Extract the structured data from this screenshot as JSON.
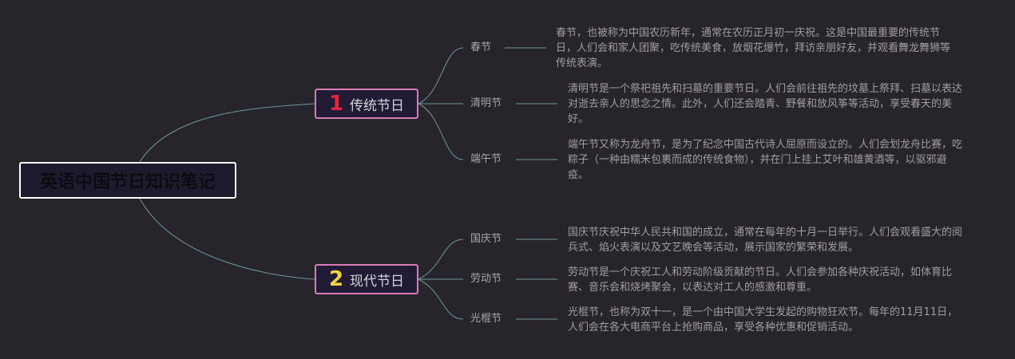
{
  "root": {
    "title": "英语中国节日知识笔记"
  },
  "colors": {
    "background": "#28242b",
    "line": "#6b9a9a",
    "branch_border": "#d97cb4",
    "num1": "#e8233d",
    "num2": "#f2d341"
  },
  "branches": [
    {
      "number": "1",
      "label": "传统节日",
      "items": [
        {
          "name": "春节",
          "description": "春节，也被称为中国农历新年，通常在农历正月初一庆祝。这是中国最重要的传统节日，人们会和家人团聚，吃传统美食，放烟花爆竹，拜访亲朋好友，并观看舞龙舞狮等传统表演。"
        },
        {
          "name": "清明节",
          "description": "清明节是一个祭祀祖先和扫墓的重要节日。人们会前往祖先的坟墓上祭拜、扫墓以表达对逝去亲人的思念之情。此外，人们还会踏青、野餐和放风筝等活动，享受春天的美好。"
        },
        {
          "name": "端午节",
          "description": "端午节又称为龙舟节，是为了纪念中国古代诗人屈原而设立的。人们会划龙舟比赛，吃粽子（一种由糯米包裹而成的传统食物），并在门上挂上艾叶和雄黄酒等，以驱邪避疫。"
        }
      ]
    },
    {
      "number": "2",
      "label": "现代节日",
      "items": [
        {
          "name": "国庆节",
          "description": "国庆节庆祝中华人民共和国的成立，通常在每年的十月一日举行。人们会观看盛大的阅兵式、焰火表演以及文艺晚会等活动，展示国家的繁荣和发展。"
        },
        {
          "name": "劳动节",
          "description": "劳动节是一个庆祝工人和劳动阶级贡献的节日。人们会参加各种庆祝活动，如体育比赛、音乐会和烧烤聚会，以表达对工人的感激和尊重。"
        },
        {
          "name": "光棍节",
          "description": "光棍节，也称为双十一，是一个由中国大学生发起的购物狂欢节。每年的11月11日，人们会在各大电商平台上抢购商品，享受各种优惠和促销活动。"
        }
      ]
    }
  ]
}
